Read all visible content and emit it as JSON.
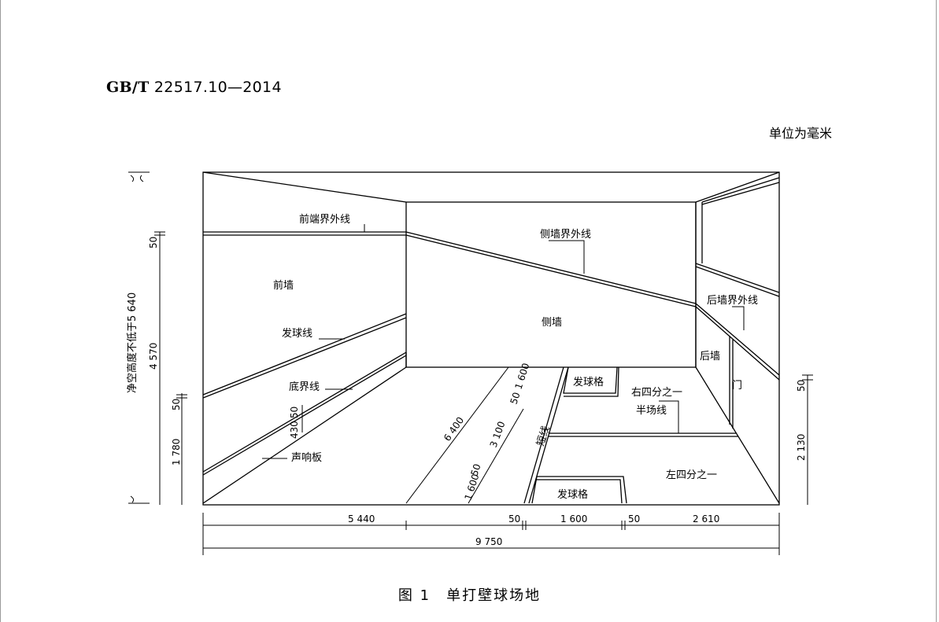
{
  "header": {
    "standard": "GB/T",
    "number": "22517.10—2014"
  },
  "unit_note": "单位为毫米",
  "caption": "图 1　单打壁球场地",
  "labels": {
    "front_wall_out_line": "前端界外线",
    "side_wall_out_line": "侧墙界外线",
    "back_wall_out_line": "后墙界外线",
    "front_wall": "前墙",
    "side_wall": "侧墙",
    "back_wall": "后墙",
    "service_line": "发球线",
    "bottom_boundary_line": "底界线",
    "tin": "声响板",
    "service_box_top": "发球格",
    "service_box_bottom": "发球格",
    "right_quarter": "右四分之一",
    "half_court_line": "半场线",
    "left_quarter": "左四分之一",
    "short_line": "短线",
    "door": "门",
    "clear_height": "净空高度不低于5 640"
  },
  "dimensions": {
    "d_50_top": "50",
    "d_4570": "4 570",
    "d_50_mid": "50",
    "d_1780": "1 780",
    "d_430": "430",
    "d_50_tin": "50",
    "d_6400": "6 400",
    "d_3100": "3 100",
    "d_50_a": "50",
    "d_1600_a": "1 600",
    "d_1600_b": "1 600",
    "d_50_b": "50",
    "d_50_right": "50",
    "d_2130": "2 130",
    "b_5440": "5 440",
    "b_50_l": "50",
    "b_1600": "1 600",
    "b_50_r": "50",
    "b_2610": "2 610",
    "b_9750": "9 750"
  }
}
